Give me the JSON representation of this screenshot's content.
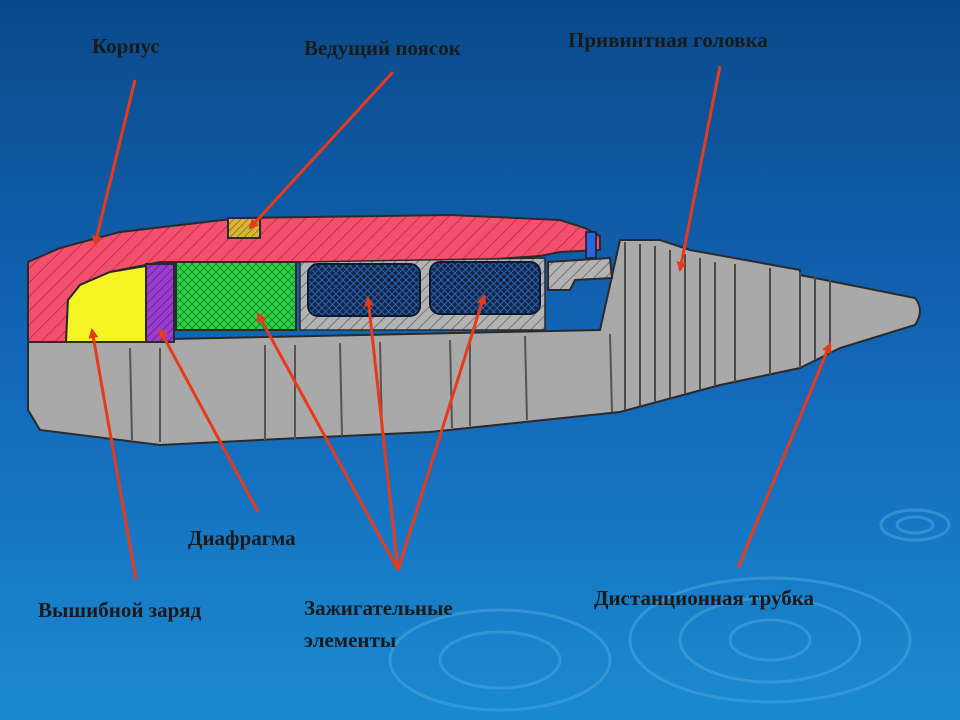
{
  "colors": {
    "background_top": "#0a4a8a",
    "background_mid": "#1366b8",
    "background_bottom": "#1a8ad0",
    "label_text": "#1a1a1a",
    "arrow": "#e83a1a",
    "casing_red": "#f2516e",
    "grey_body": "#a9a9a9",
    "yellow_charge": "#f4f423",
    "purple_diaphragm": "#9a3ccf",
    "green_element": "#2fd24a",
    "dark_element": "#12264a",
    "gold_band": "#d8b43a"
  },
  "labels": {
    "korpus": "Корпус",
    "vedushchiy_poyasok": "Ведущий поясок",
    "privintnaya_golovka": "Привинтная головка",
    "diafragma": "Диафрагма",
    "vyshibnoy_zaryad": "Вышибной заряд",
    "zazhigatelnye_elementy": "Зажигательные элементы",
    "distantsionnaya_trubka": "Дистанционная трубка"
  }
}
